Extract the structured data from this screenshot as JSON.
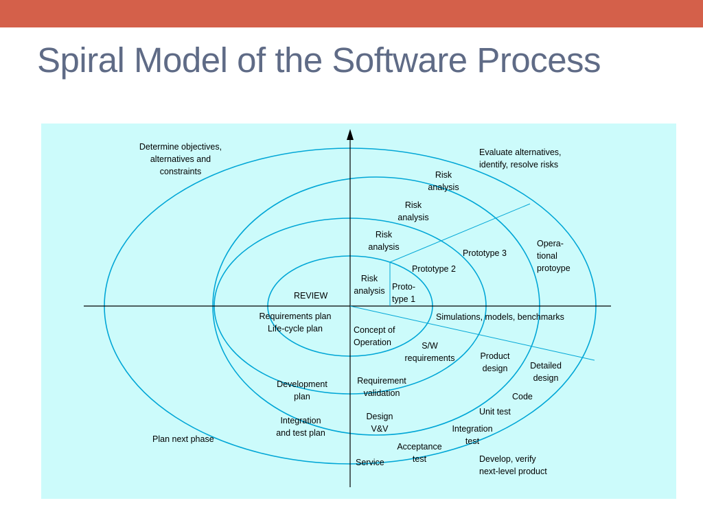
{
  "theme": {
    "top_bar_color": "#D4604A",
    "title_color": "#5F6B86",
    "panel_color": "#CCFBFB",
    "line_color": "#00A6D6"
  },
  "slide": {
    "title": "Spiral Model of the Software Process"
  },
  "diagram": {
    "quadrants": {
      "top_left": "Determine objectives,\nalternatives and\nconstraints",
      "top_right": "Evaluate alternatives,\nidentify, resolve risks",
      "bottom_left": "Plan next phase",
      "bottom_right": "Develop, verify\nnext-level product"
    },
    "risk_analysis": [
      "Risk\nanalysis",
      "Risk\nanalysis",
      "Risk\nanalysis",
      "Risk\nanalysis"
    ],
    "prototypes": {
      "p1": "Proto-\ntype 1",
      "p2": "Prototype 2",
      "p3": "Prototype 3",
      "operational": "Opera-\ntional\nprotoype"
    },
    "review": "REVIEW",
    "plans": {
      "requirements": "Requirements plan\nLife-cycle plan",
      "development": "Development\nplan",
      "integration": "Integration\nand test plan"
    },
    "develop": {
      "simulations": "Simulations, models, benchmarks",
      "concept": "Concept of\nOperation",
      "sw_requirements": "S/W\nrequirements",
      "product_design": "Product\ndesign",
      "detailed_design": "Detailed\ndesign",
      "requirement_validation": "Requirement\nvalidation",
      "code": "Code",
      "unit_test": "Unit test",
      "design_vv": "Design\nV&V",
      "integration_test": "Integration\ntest",
      "acceptance_test": "Acceptance\ntest",
      "service": "Service"
    }
  }
}
